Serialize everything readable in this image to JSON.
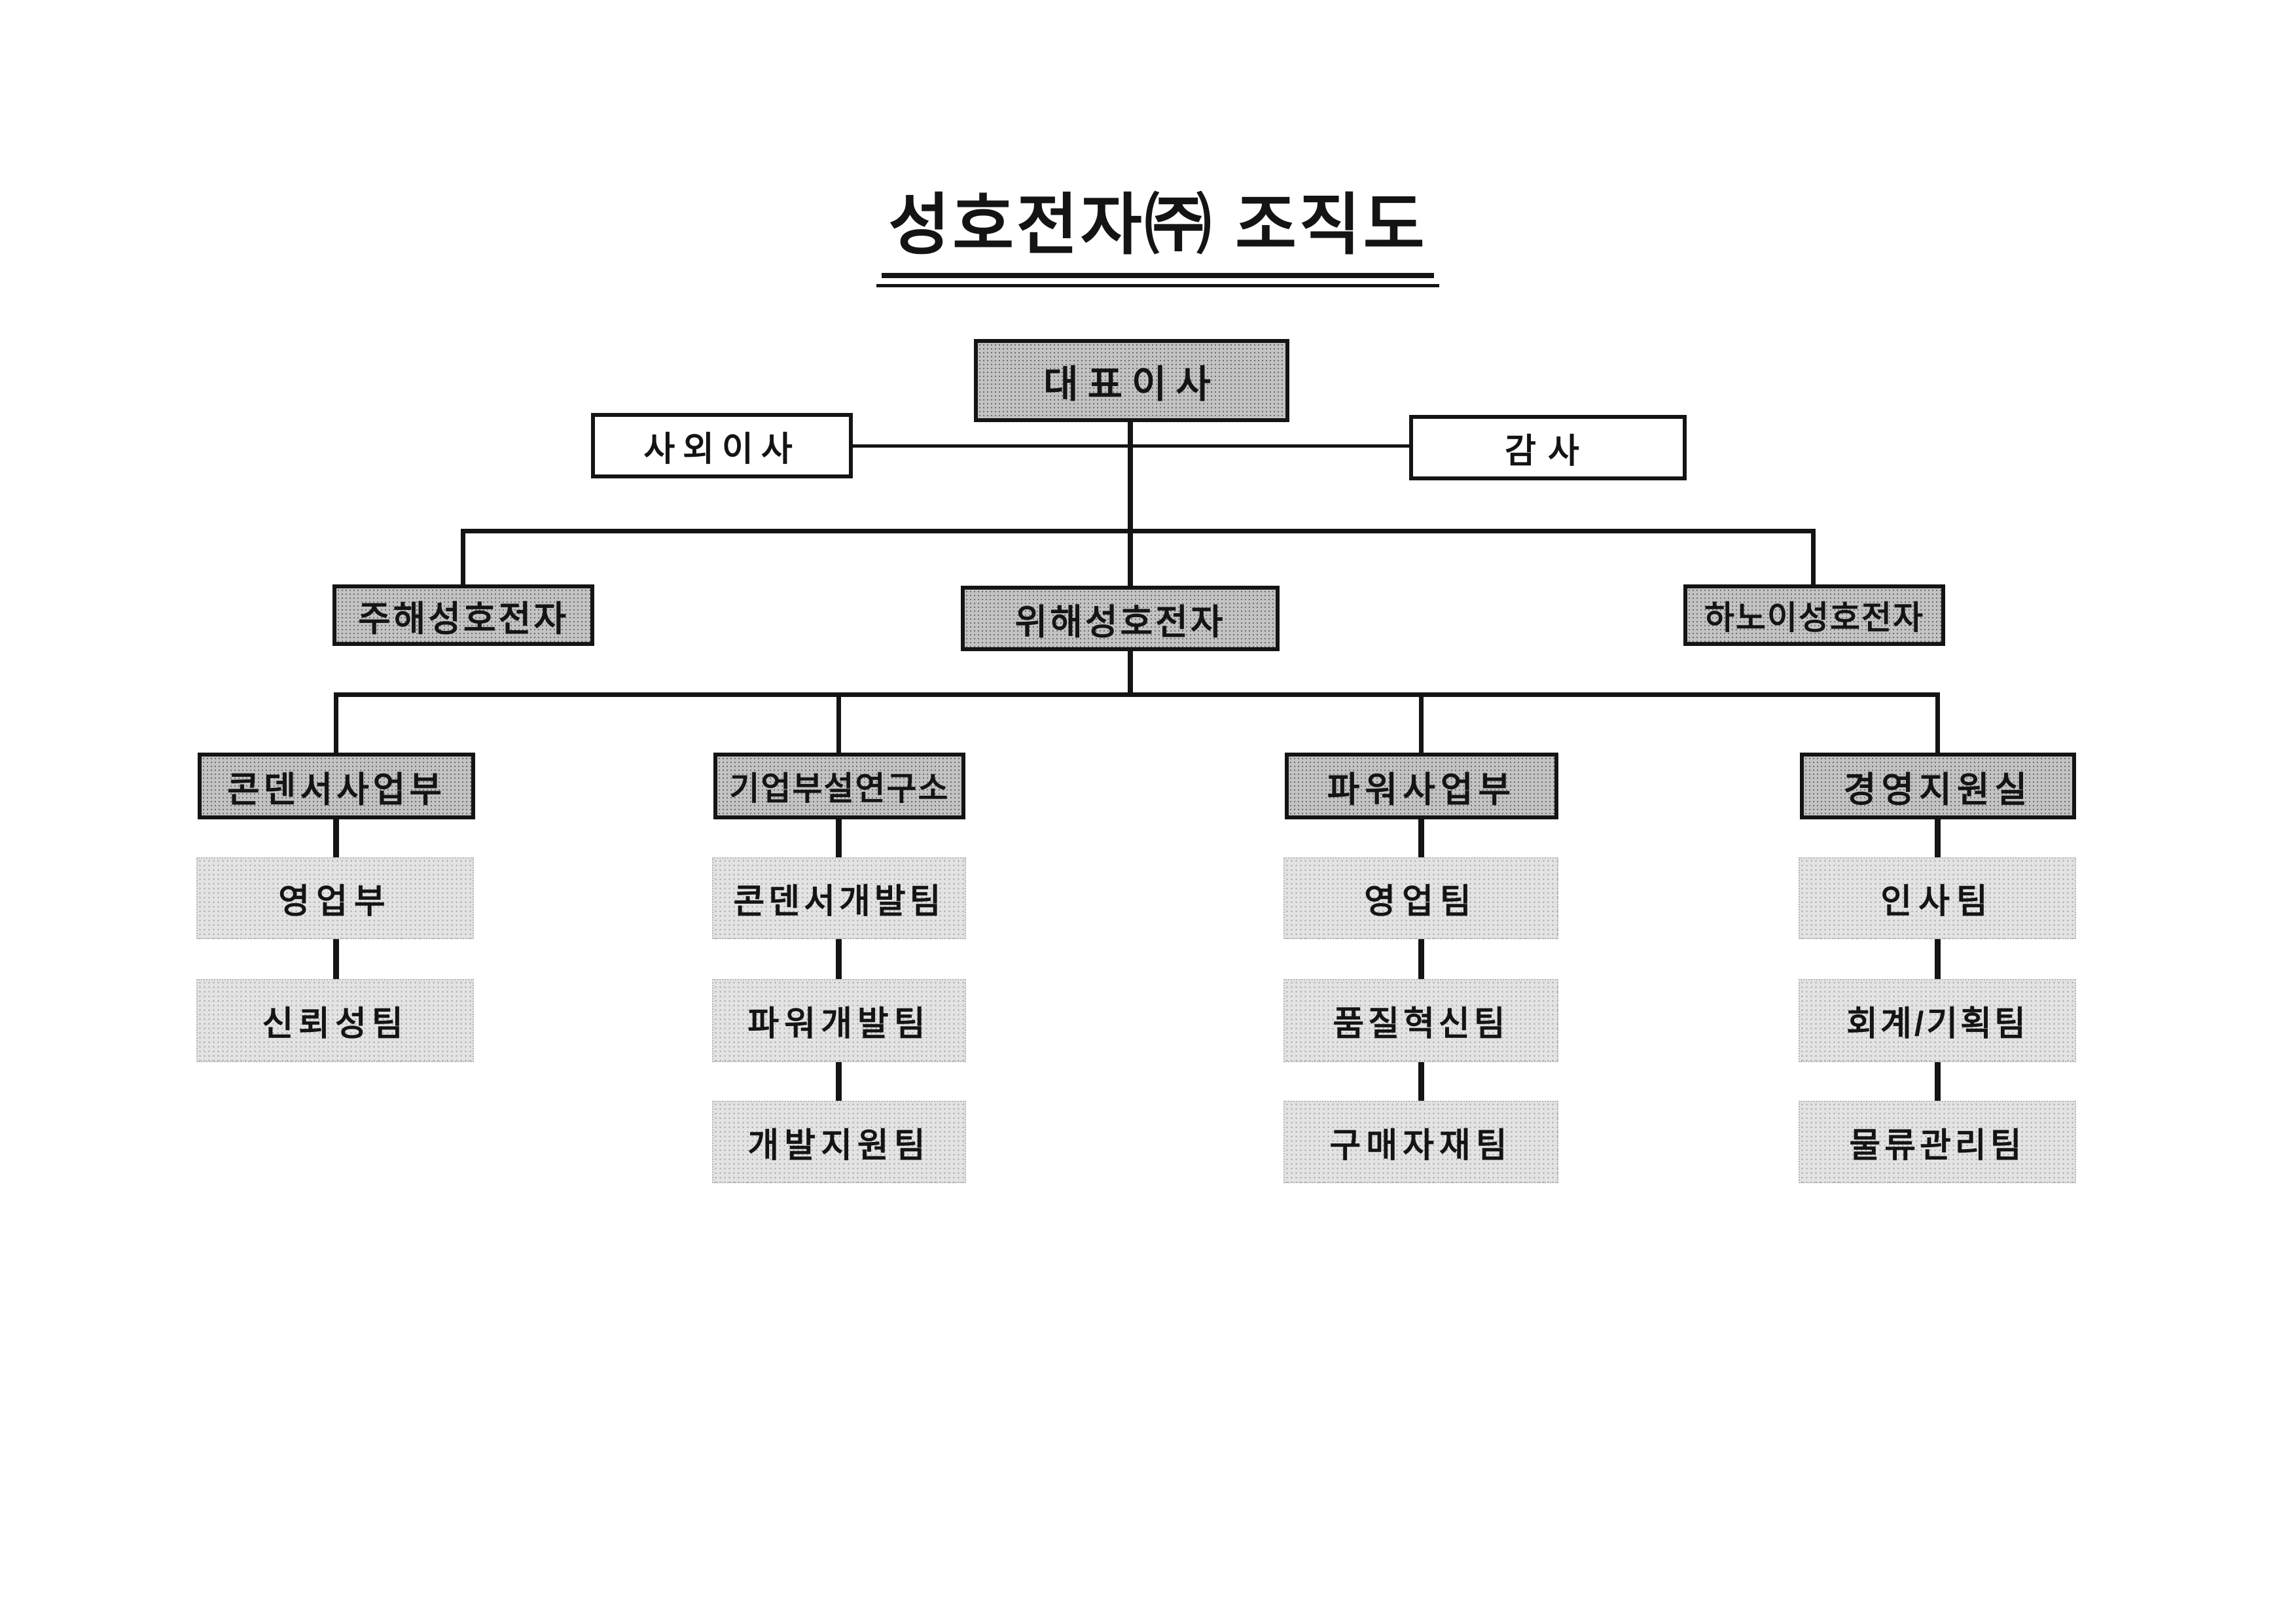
{
  "title": "성호전자㈜ 조직도",
  "top": {
    "ceo": "대표이사",
    "outside_director": "사외이사",
    "auditor": "감사"
  },
  "subsidiaries": [
    {
      "label": "주해성호전자"
    },
    {
      "label": "위해성호전자"
    },
    {
      "label": "하노이성호전자"
    }
  ],
  "columns": [
    {
      "header": "콘덴서사업부",
      "teams": [
        "영업부",
        "신뢰성팀"
      ]
    },
    {
      "header": "기업부설연구소",
      "teams": [
        "콘덴서개발팀",
        "파워개발팀",
        "개발지원팀"
      ]
    },
    {
      "header": "파워사업부",
      "teams": [
        "영업팀",
        "품질혁신팀",
        "구매자재팀"
      ]
    },
    {
      "header": "경영지원실",
      "teams": [
        "인사팀",
        "회계/기획팀",
        "물류관리팀"
      ]
    }
  ],
  "colors": {
    "header_box_fill": "#b9b9b9",
    "team_box_fill": "#dcdcdc",
    "border": "#141414",
    "background": "#ffffff"
  }
}
